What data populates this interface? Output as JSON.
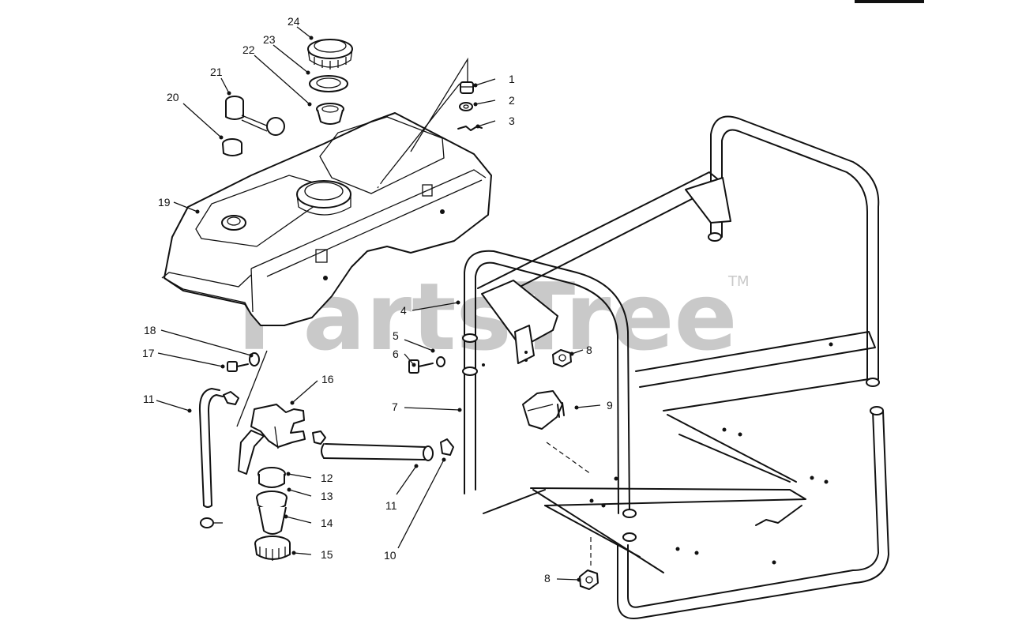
{
  "watermark": {
    "text": "PartsTree",
    "trademark": "TM"
  },
  "callouts": [
    {
      "id": "c1",
      "label": "1"
    },
    {
      "id": "c2",
      "label": "2"
    },
    {
      "id": "c3",
      "label": "3"
    },
    {
      "id": "c4",
      "label": "4"
    },
    {
      "id": "c5",
      "label": "5"
    },
    {
      "id": "c6",
      "label": "6"
    },
    {
      "id": "c7",
      "label": "7"
    },
    {
      "id": "c8a",
      "label": "8"
    },
    {
      "id": "c8b",
      "label": "8"
    },
    {
      "id": "c9",
      "label": "9"
    },
    {
      "id": "c10",
      "label": "10"
    },
    {
      "id": "c11a",
      "label": "11"
    },
    {
      "id": "c11b",
      "label": "11"
    },
    {
      "id": "c12",
      "label": "12"
    },
    {
      "id": "c13",
      "label": "13"
    },
    {
      "id": "c14",
      "label": "14"
    },
    {
      "id": "c15",
      "label": "15"
    },
    {
      "id": "c16",
      "label": "16"
    },
    {
      "id": "c17",
      "label": "17"
    },
    {
      "id": "c18",
      "label": "18"
    },
    {
      "id": "c19",
      "label": "19"
    },
    {
      "id": "c20",
      "label": "20"
    },
    {
      "id": "c21",
      "label": "21"
    },
    {
      "id": "c22",
      "label": "22"
    },
    {
      "id": "c23",
      "label": "23"
    },
    {
      "id": "c24",
      "label": "24"
    }
  ]
}
